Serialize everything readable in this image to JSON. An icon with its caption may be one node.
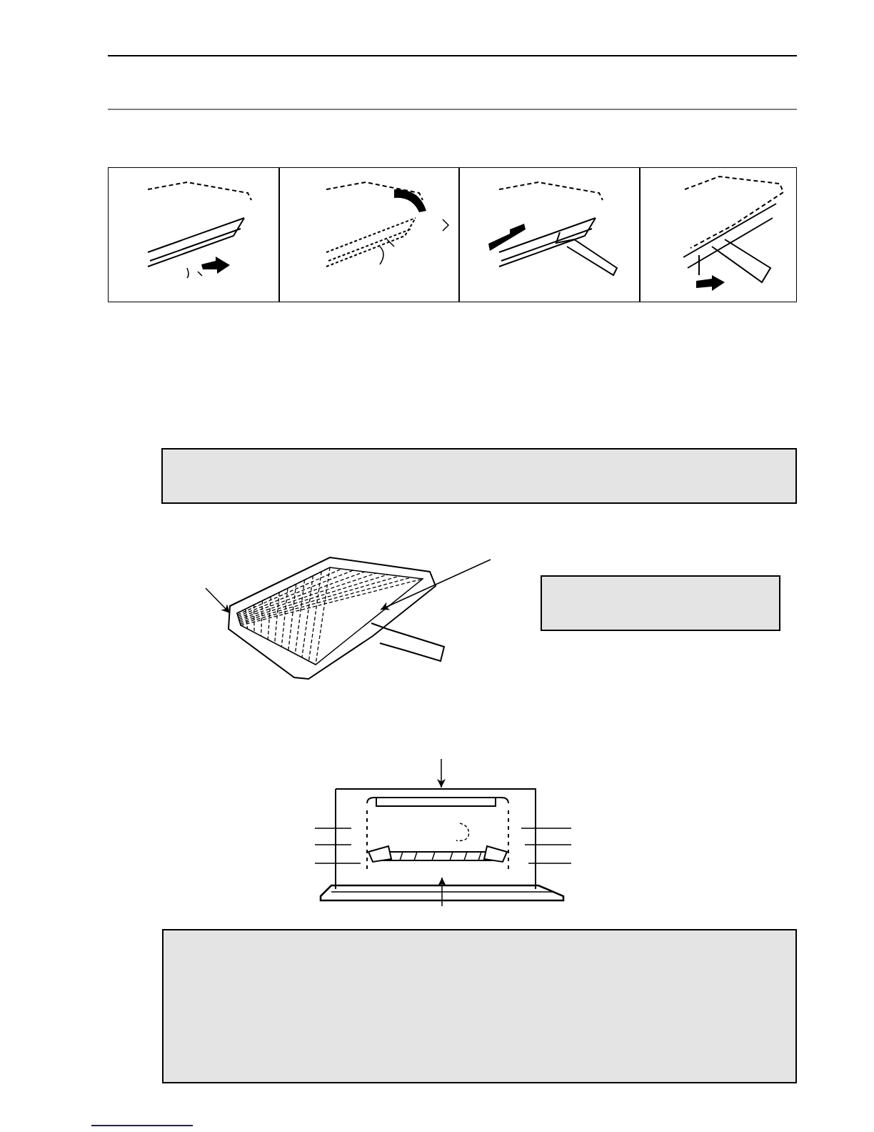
{
  "diagram": {
    "nodes": [
      {
        "text": [],
        "shape": "picture"
      },
      {
        "text": [],
        "shape": "picture"
      },
      {
        "text": [],
        "shape": "picture"
      },
      {
        "text": [],
        "shape": "picture"
      },
      {
        "text": [],
        "shape": "box"
      },
      {
        "text": [],
        "shape": "picture"
      },
      {
        "text": [],
        "shape": "box"
      },
      {
        "text": [],
        "shape": "picture"
      },
      {
        "text": [],
        "shape": "box"
      }
    ],
    "edges": [
      {
        "from": null,
        "to": 5,
        "arrow": "to"
      },
      {
        "from": null,
        "to": 5,
        "arrow": "to"
      },
      {
        "from": null,
        "to": 7,
        "arrow": "to"
      },
      {
        "from": null,
        "to": 7,
        "arrow": "to"
      },
      {
        "from": null,
        "to": 7,
        "arrow": "none"
      },
      {
        "from": null,
        "to": 7,
        "arrow": "none"
      },
      {
        "from": null,
        "to": 7,
        "arrow": "none"
      },
      {
        "from": null,
        "to": 7,
        "arrow": "none"
      },
      {
        "from": null,
        "to": 7,
        "arrow": "none"
      },
      {
        "from": null,
        "to": 7,
        "arrow": "none"
      }
    ]
  }
}
